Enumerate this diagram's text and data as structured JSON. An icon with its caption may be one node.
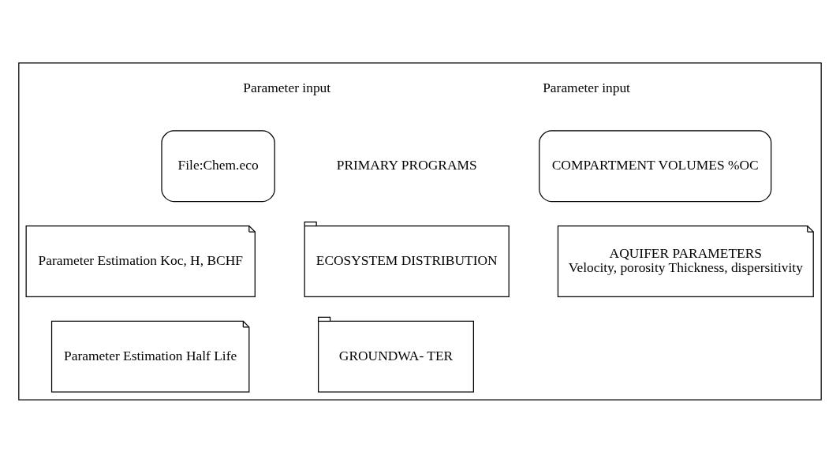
{
  "diagram": {
    "nodes": [
      {
        "text": [],
        "shape": "box"
      },
      {
        "text": [
          "File:Chem.eco"
        ],
        "in": 0
      },
      {
        "text": [
          "Parameter Estimation Koc, H, BCHF"
        ],
        "in": 0
      },
      {
        "text": [
          "Parameter Estimation Half Life"
        ],
        "in": 0
      },
      {
        "text": [
          "ECOSYSTEM DISTRIBUTION"
        ],
        "in": 0
      },
      {
        "text": [
          "GROUNDWA- TER"
        ],
        "in": 0
      },
      {
        "text": [
          "COMPARTMENT VOLUMES %OC"
        ],
        "in": 0
      },
      {
        "text": [
          "AQUIFER PARAMETERS",
          "Velocity, porosity Thickness, dispersitivity"
        ],
        "in": 0
      }
    ],
    "edges": [],
    "labels": [
      "Parameter input",
      "PRIMARY PROGRAMS",
      "Parameter input"
    ]
  }
}
